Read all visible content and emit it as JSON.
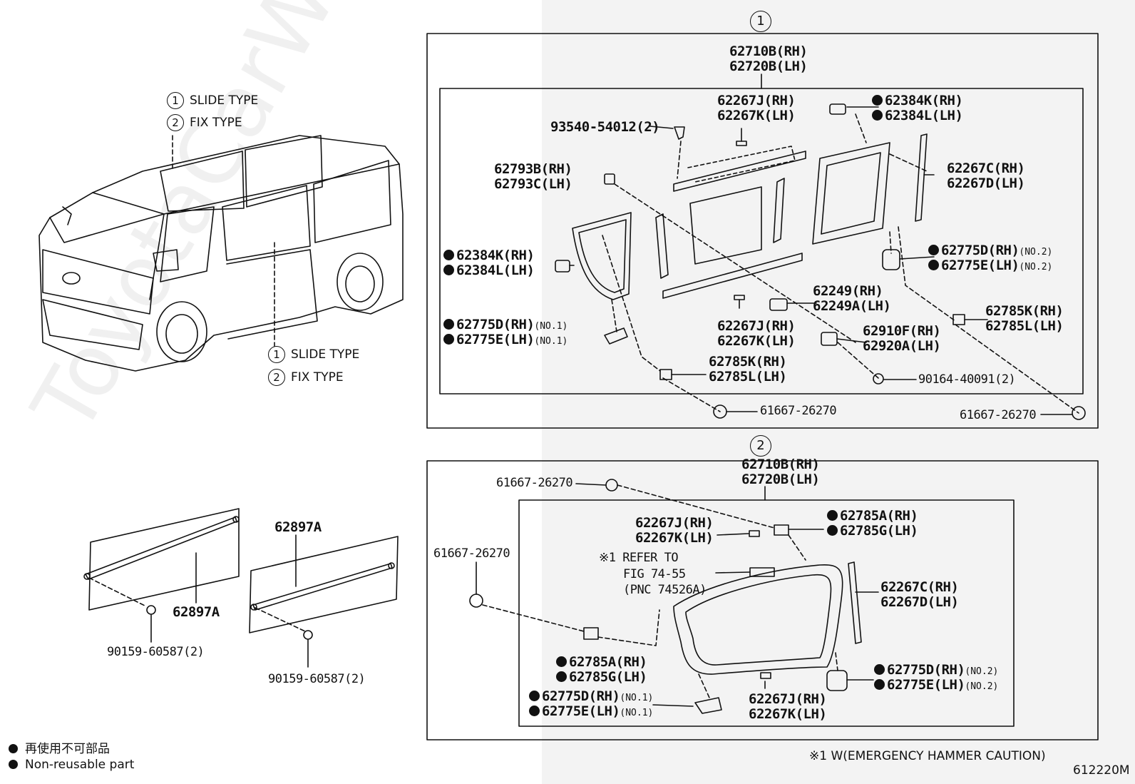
{
  "watermark": "ToyotaCarWorld.ru",
  "type_legend_top": {
    "slide": {
      "num": "1",
      "text": "SLIDE TYPE"
    },
    "fix": {
      "num": "2",
      "text": "FIX TYPE"
    }
  },
  "type_legend_body": {
    "slide": {
      "num": "1",
      "text": "SLIDE TYPE"
    },
    "fix": {
      "num": "2",
      "text": "FIX TYPE"
    }
  },
  "section1": {
    "marker": "1",
    "labels": {
      "top_rh": "62710B(RH)",
      "top_lh": "62720B(LH)",
      "screw_93540": "93540-54012(2)",
      "j_top_rh": "62267J(RH)",
      "j_top_lh": "62267K(LH)",
      "cap_384_right_rh": "62384K(RH)",
      "cap_384_right_lh": "62384L(LH)",
      "c_rh": "62267C(RH)",
      "d_lh": "62267D(LH)",
      "b793_rh": "62793B(RH)",
      "c793_lh": "62793C(LH)",
      "cap_384_left_rh": "62384K(RH)",
      "cap_384_left_lh": "62384L(LH)",
      "d775_right_rh": "62775D(RH)",
      "e775_right_lh": "62775E(LH)",
      "no2_a": "(NO.2)",
      "no2_b": "(NO.2)",
      "a249_rh": "62249(RH)",
      "a249_lh": "62249A(LH)",
      "j_mid_rh": "62267J(RH)",
      "j_mid_lh": "62267K(LH)",
      "d775_left_rh": "62775D(RH)",
      "e775_left_lh": "62775E(LH)",
      "no1_a": "(NO.1)",
      "no1_b": "(NO.1)",
      "k785_right_rh": "62785K(RH)",
      "l785_right_lh": "62785L(LH)",
      "f910_rh": "62910F(RH)",
      "a920_lh": "62920A(LH)",
      "k785_bot_rh": "62785K(RH)",
      "l785_bot_lh": "62785L(LH)",
      "screw_90164": "90164-40091(2)",
      "clip_left": "61667-26270",
      "clip_right": "61667-26270"
    }
  },
  "section2": {
    "marker": "2",
    "labels": {
      "top_rh": "62710B(RH)",
      "top_lh": "62720B(LH)",
      "clip_top": "61667-26270",
      "clip_left": "61667-26270",
      "j_top_rh": "62267J(RH)",
      "j_top_lh": "62267K(LH)",
      "a785_top_rh": "62785A(RH)",
      "g785_top_lh": "62785G(LH)",
      "refer_1": "※1 REFER TO",
      "refer_2": "FIG 74-55",
      "refer_3": "(PNC 74526A)",
      "c_rh": "62267C(RH)",
      "d_lh": "62267D(LH)",
      "a785_bot_rh": "62785A(RH)",
      "g785_bot_lh": "62785G(LH)",
      "d775_left_rh": "62775D(RH)",
      "e775_left_lh": "62775E(LH)",
      "no1_a": "(NO.1)",
      "no1_b": "(NO.1)",
      "d775_right_rh": "62775D(RH)",
      "e775_right_lh": "62775E(LH)",
      "no2_a": "(NO.2)",
      "no2_b": "(NO.2)",
      "j_bot_rh": "62267J(RH)",
      "j_bot_lh": "62267K(LH)"
    }
  },
  "rods": {
    "left_part": "62897A",
    "left_bolt": "90159-60587(2)",
    "right_part": "62897A",
    "right_bolt": "90159-60587(2)"
  },
  "legend": {
    "nonreusable_jp": "再使用不可部品",
    "nonreusable_en": "Non-reusable part"
  },
  "footnote": "※1 W(EMERGENCY HAMMER CAUTION)",
  "figure_id": "612220M"
}
